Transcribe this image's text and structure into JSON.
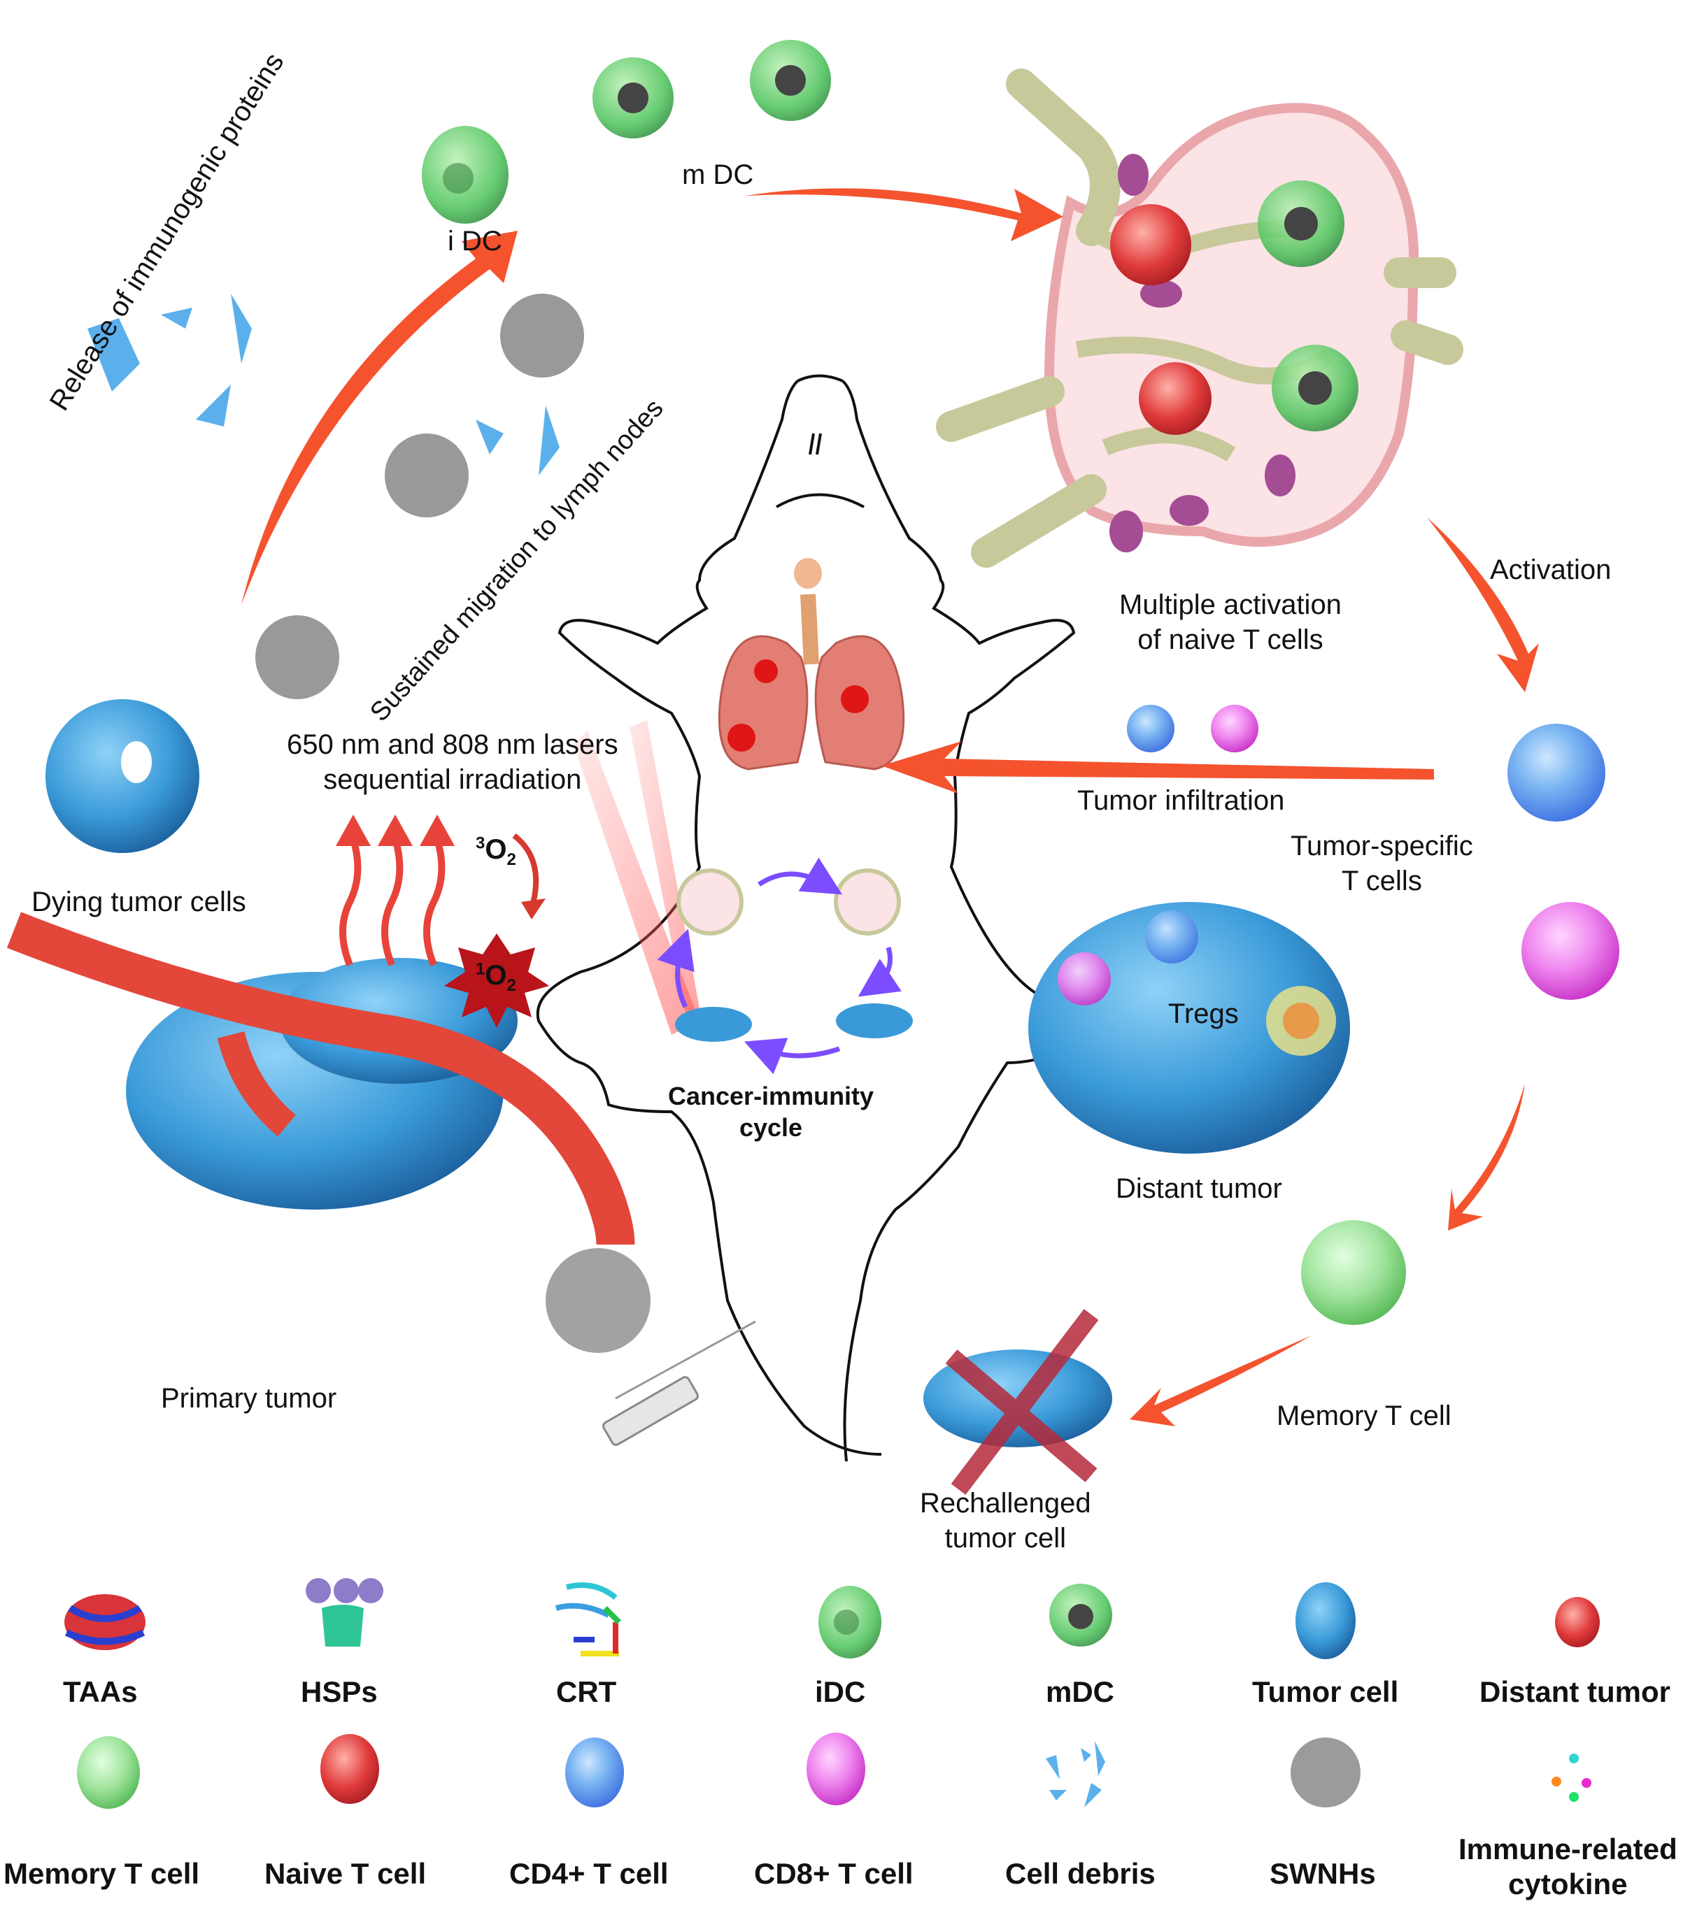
{
  "figure": {
    "title": "Cancer-immunity cycle induced by SWNHs with sequential laser irradiation",
    "labels": {
      "idc": "i DC",
      "mdc": "m DC",
      "release": "Release of immunogenic proteins",
      "migration": "Sustained migration  to lymph nodes",
      "lymph_node": [
        "Multiple activation",
        "of naive T cells"
      ],
      "activation": "Activation",
      "tumor_infiltration": "Tumor infiltration",
      "tumor_specific": [
        "Tumor-specific",
        "T cells"
      ],
      "lasers": [
        "650 nm and 808 nm lasers",
        "sequential irradiation"
      ],
      "triplet_o2": {
        "sup": "3",
        "base": "O",
        "sub": "2"
      },
      "singlet_o2": {
        "sup": "1",
        "base": "O",
        "sub": "2"
      },
      "dying": "Dying tumor cells",
      "primary": "Primary tumor",
      "cycle": [
        "Cancer-immunity",
        "cycle"
      ],
      "tregs": "Tregs",
      "distant": "Distant tumor",
      "memory": "Memory T cell",
      "rechallenged": [
        "Rechallenged",
        "tumor cell"
      ]
    },
    "colors": {
      "arrow": "#f4532e",
      "cycle_arrow": "#7b4dff",
      "tumor_blue": "#3a9ad9",
      "dc_green": "#4cc35a",
      "naive_red": "#e03b3b",
      "cd4_blue": "#3d6fe0",
      "cd8_magenta": "#e052e0",
      "memory_green": "#7dd67d",
      "lymph_fill": "#fbe3e6",
      "lymph_tissue": "#c8c99b",
      "vessel": "#e2473a"
    }
  },
  "legend": {
    "row1": [
      {
        "icon": "taa-icon",
        "label": "TAAs"
      },
      {
        "icon": "hsp-icon",
        "label": "HSPs"
      },
      {
        "icon": "crt-icon",
        "label": "CRT"
      },
      {
        "icon": "idc-icon",
        "label": "iDC"
      },
      {
        "icon": "mdc-icon",
        "label": "mDC"
      },
      {
        "icon": "tumor-cell-icon",
        "label": "Tumor cell"
      },
      {
        "icon": "distant-tumor-icon",
        "label": "Distant tumor"
      }
    ],
    "row2": [
      {
        "icon": "memory-t-cell-icon",
        "label": "Memory T cell"
      },
      {
        "icon": "naive-t-cell-icon",
        "label": "Naive T cell"
      },
      {
        "icon": "cd4-t-cell-icon",
        "label": "CD4+ T cell"
      },
      {
        "icon": "cd8-t-cell-icon",
        "label": "CD8+ T cell"
      },
      {
        "icon": "cell-debris-icon",
        "label": "Cell debris"
      },
      {
        "icon": "swnh-icon",
        "label": "SWNHs"
      },
      {
        "icon": "cytokine-icon",
        "label": [
          "Immune-related",
          "cytokine"
        ]
      }
    ]
  }
}
